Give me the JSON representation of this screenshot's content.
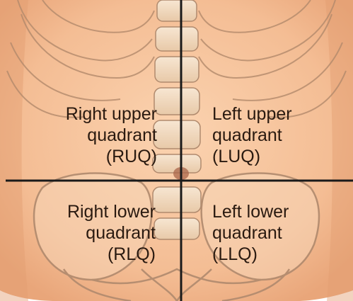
{
  "quadrants": {
    "ruq": {
      "line1": "Right upper",
      "line2": "quadrant",
      "line3": "(RUQ)"
    },
    "luq": {
      "line1": "Left upper",
      "line2": "quadrant",
      "line3": "(LUQ)"
    },
    "rlq": {
      "line1": "Right lower",
      "line2": "quadrant",
      "line3": "(RLQ)"
    },
    "llq": {
      "line1": "Left lower",
      "line2": "quadrant",
      "line3": "(LLQ)"
    }
  },
  "colors": {
    "skin": "#f6c29a",
    "skin_shadow": "#e9a97c",
    "bone": "#f3dcc3",
    "bone_outline": "#b08a6e",
    "divider": "#1a1a1a",
    "text": "#2a1a10"
  }
}
